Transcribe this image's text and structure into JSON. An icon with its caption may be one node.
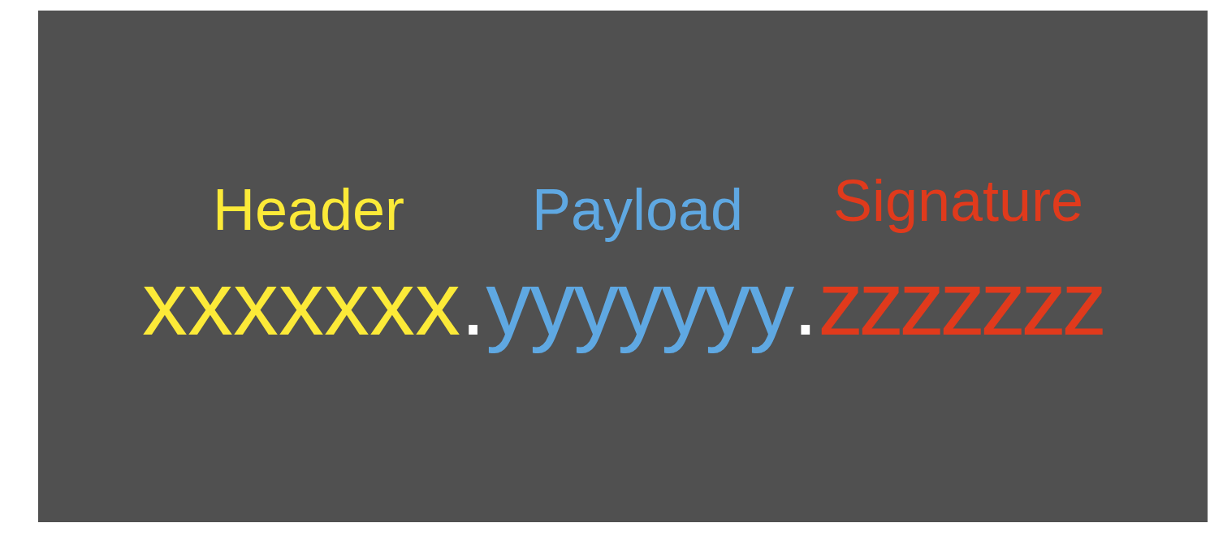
{
  "diagram": {
    "labels": [
      "Header",
      "Payload",
      "Signature",
      "xxxxxxx",
      ".",
      "yyyyyyy",
      ".",
      "zzzzzzz"
    ]
  }
}
